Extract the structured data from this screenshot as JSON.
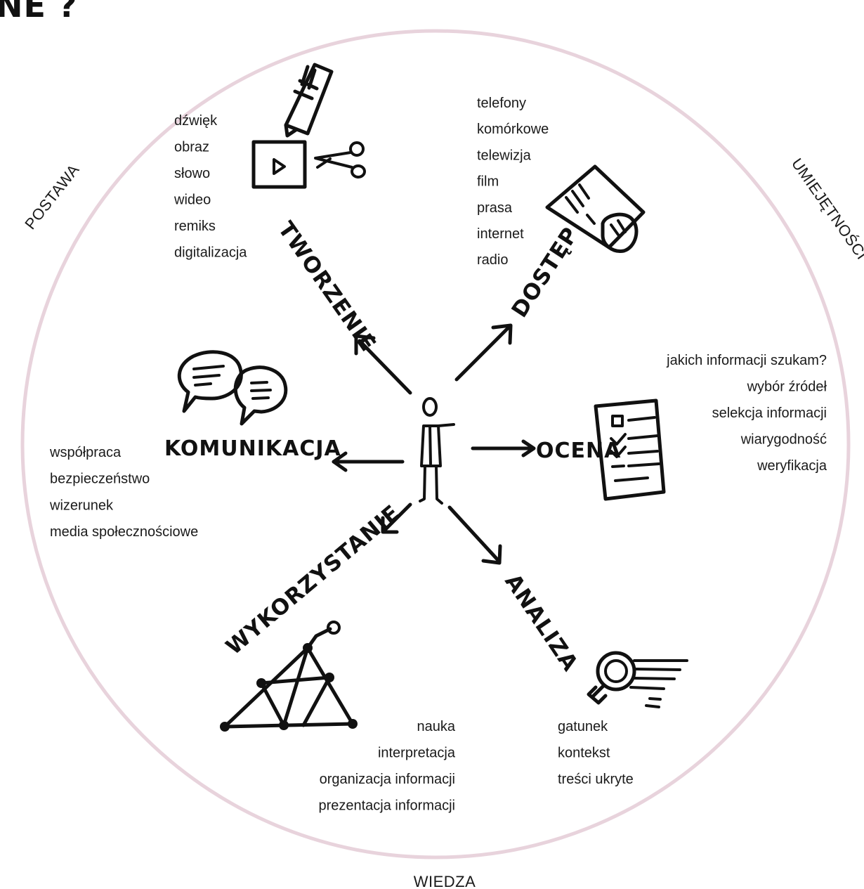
{
  "header_fragment": "NE ?",
  "ring": {
    "color": "#e8d3dc",
    "labels": {
      "postawa": "POSTAWA",
      "umiejetnosci": "UMIEJĘTNOŚCI",
      "wiedza": "WIEDZA"
    }
  },
  "categories": {
    "tworzenie": "TWORZENIE",
    "dostep": "DOSTĘP",
    "komunikacja": "KOMUNIKACJA",
    "ocena": "OCENA",
    "wykorzystanie": "WYKORZYSTANIE",
    "analiza": "ANALIZA"
  },
  "lists": {
    "tworzenie": [
      "dźwięk",
      "obraz",
      "słowo",
      "wideo",
      "remiks",
      "digitalizacja"
    ],
    "dostep": [
      "telefony",
      "komórkowe",
      "telewizja",
      "film",
      "prasa",
      "internet",
      "radio"
    ],
    "ocena": [
      "jakich informacji szukam?",
      "wybór źródeł",
      "selekcja informacji",
      "wiarygodność",
      "weryfikacja"
    ],
    "komunikacja": [
      "współpraca",
      "bezpieczeństwo",
      "wizerunek",
      "media społecznościowe"
    ],
    "wykorzystanie": [
      "nauka",
      "interpretacja",
      "organizacja informacji",
      "prezentacja informacji"
    ],
    "analiza": [
      "gatunek",
      "kontekst",
      "treści ukryte"
    ]
  },
  "icons": {
    "tworzenie": [
      "pencil-icon",
      "video-frame-icon",
      "scissors-icon"
    ],
    "dostep": "newspaper-hand-icon",
    "komunikacja": "speech-bubbles-icon",
    "ocena": "checklist-icon",
    "wykorzystanie": "network-triangle-icon",
    "analiza": "magnifier-icon",
    "center": "person-icon"
  }
}
